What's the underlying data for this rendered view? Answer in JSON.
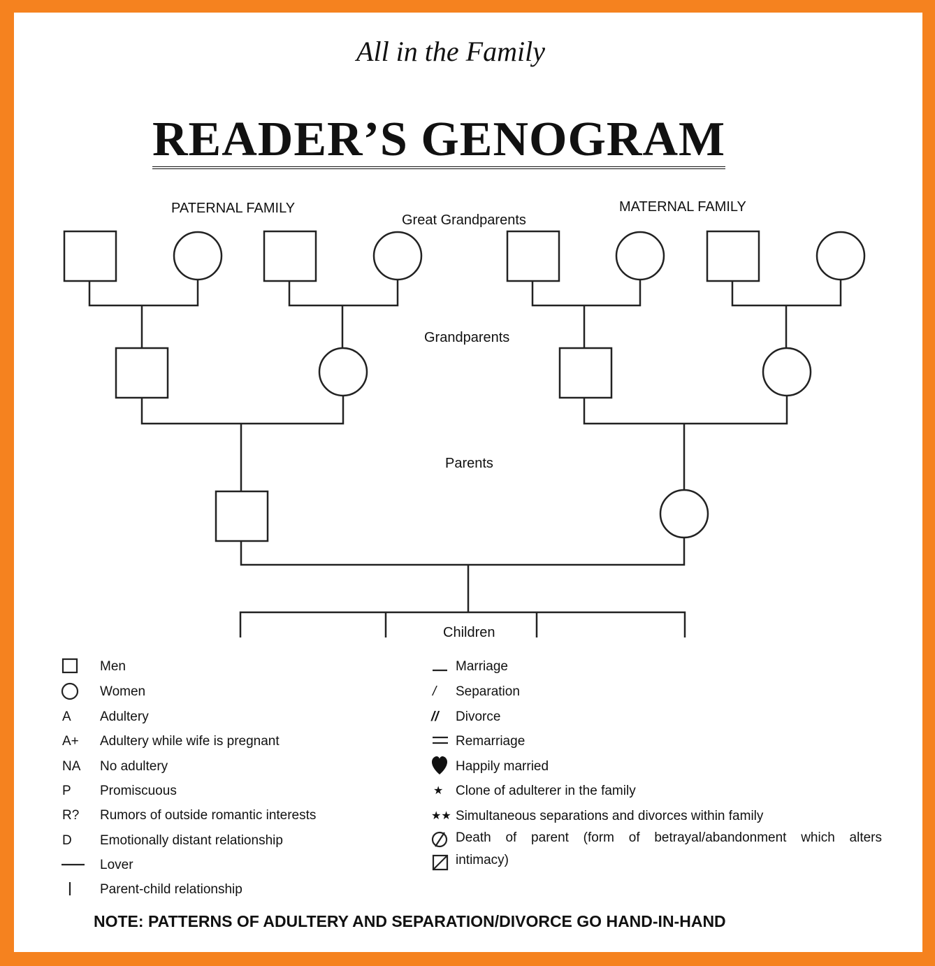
{
  "header": {
    "subtitle": "All in the Family",
    "title": "READER’S GENOGRAM"
  },
  "sections": {
    "paternal": "PATERNAL FAMILY",
    "maternal": "MATERNAL FAMILY"
  },
  "generations": {
    "great_grandparents": "Great Grandparents",
    "grandparents": "Grandparents",
    "parents": "Parents",
    "children": "Children"
  },
  "legend_left": [
    {
      "symbol": "square-icon",
      "label": "Men"
    },
    {
      "symbol": "circle-icon",
      "label": "Women"
    },
    {
      "symbol": "A",
      "label": "Adultery"
    },
    {
      "symbol": "A+",
      "label": "Adultery while wife is pregnant"
    },
    {
      "symbol": "NA",
      "label": "No adultery"
    },
    {
      "symbol": "P",
      "label": "Promiscuous"
    },
    {
      "symbol": "R?",
      "label": "Rumors of outside romantic interests"
    },
    {
      "symbol": "D",
      "label": "Emotionally distant relationship"
    },
    {
      "symbol": "dash-icon",
      "label": "Lover"
    },
    {
      "symbol": "bar-icon",
      "label": "Parent-child relationship"
    }
  ],
  "legend_right": [
    {
      "symbol": "underline-icon",
      "label": "Marriage"
    },
    {
      "symbol": "/",
      "label": "Separation"
    },
    {
      "symbol": "//",
      "label": "Divorce"
    },
    {
      "symbol": "double-line-icon",
      "label": "Remarriage"
    },
    {
      "symbol": "heart-icon",
      "label": "Happily married"
    },
    {
      "symbol": "★",
      "label": "Clone of adulterer in the family"
    },
    {
      "symbol": "★★",
      "label": "Simultaneous separations and divorces within family"
    }
  ],
  "legend_death": {
    "symbols": [
      "slashed-circle-icon",
      "slashed-square-icon"
    ],
    "line1": "Death of parent (form of betrayal/abandonment which alters",
    "line2": "intimacy)"
  },
  "note": "NOTE: PATTERNS OF ADULTERY AND SEPARATION/DIVORCE GO HAND-IN-HAND"
}
